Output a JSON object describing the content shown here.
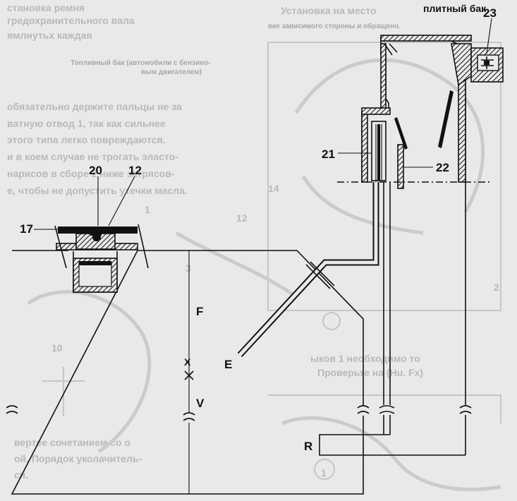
{
  "background_text": {
    "lines_left": [
      "становка ремня",
      "гредохранительного вала",
      "ямлнутьх каждая",
      "Топливный бак (автомобили с бензино-",
      "вым двигателем)",
      "обязательно держите пальцы не за",
      "ватную отвод 1, так как сильнее",
      "этого типа легко повреждаются.",
      "и в коем случае не трогать эласто-",
      "нарисов в сборе 2 ниже затрясов-",
      "е, чтобы не допустить утечки масла."
    ],
    "lines_right": [
      "Установка на место",
      "вке зависимого стороны и обращено.",
      "плитный бак"
    ],
    "lines_bottom": [
      "ыков 1 необходимо то",
      "Проверьте на (Hu. Fx)",
      "вертее сочетанием  со о",
      "ой. Порядок уколачитель-",
      "сн."
    ],
    "marks": [
      "14",
      "10",
      "12",
      "1",
      "3",
      "2",
      "1"
    ]
  },
  "diagram": {
    "labels": {
      "part_20": "20",
      "part_12": "12",
      "part_17": "17",
      "part_21": "21",
      "part_22": "22",
      "part_23": "23",
      "mark_F": "F",
      "mark_X": "X",
      "mark_V": "V",
      "mark_E": "E",
      "mark_R": "R"
    }
  }
}
